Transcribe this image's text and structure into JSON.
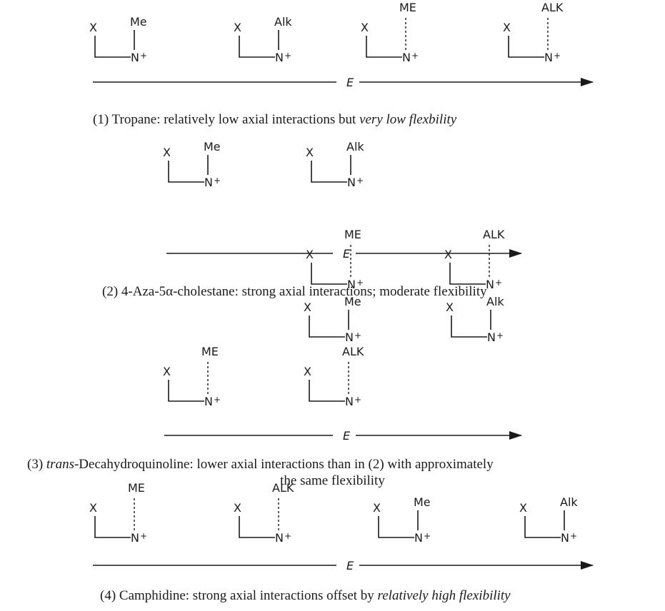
{
  "rows": [
    {
      "caption": {
        "prefix": "(1) Tropane:  relatively low axial interactions but ",
        "italic": "very low flexbility",
        "suffix": ""
      },
      "energy_label": "E",
      "structures": [
        {
          "substituent": "Me",
          "bond": "equatorial"
        },
        {
          "substituent": "Alk",
          "bond": "equatorial"
        },
        {
          "substituent": "ME",
          "bond": "axial"
        },
        {
          "substituent": "ALK",
          "bond": "axial"
        }
      ]
    },
    {
      "caption": {
        "prefix": "(2) 4-Aza-5α-cholestane:  strong axial interactions;  moderate flexibility",
        "italic": "",
        "suffix": ""
      },
      "energy_label": "E",
      "structures": [
        {
          "substituent": "Me",
          "bond": "equatorial"
        },
        {
          "substituent": "Alk",
          "bond": "equatorial"
        },
        {
          "substituent": "ME",
          "bond": "axial"
        },
        {
          "substituent": "ALK",
          "bond": "axial"
        }
      ]
    },
    {
      "caption": {
        "prefix": "(3) ",
        "italic": "trans",
        "suffix": "-Decahydroquinoline:  lower axial interactions than in (2) with approximately",
        "line2": "the same flexibility"
      },
      "energy_label": "E",
      "structures": [
        {
          "substituent": "Me",
          "bond": "equatorial"
        },
        {
          "substituent": "Alk",
          "bond": "equatorial"
        },
        {
          "substituent": "ME",
          "bond": "axial"
        },
        {
          "substituent": "ALK",
          "bond": "axial"
        }
      ]
    },
    {
      "caption": {
        "prefix": "(4) Camphidine:  strong axial interactions offset by ",
        "italic": "relatively high flexibility",
        "suffix": ""
      },
      "energy_label": "E",
      "structures": [
        {
          "substituent": "ME",
          "bond": "axial"
        },
        {
          "substituent": "ALK",
          "bond": "axial"
        },
        {
          "substituent": "Me",
          "bond": "equatorial"
        },
        {
          "substituent": "Alk",
          "bond": "equatorial"
        }
      ]
    }
  ],
  "symbols": {
    "x_group": "X",
    "nitrogen": "N",
    "charge": "+"
  }
}
